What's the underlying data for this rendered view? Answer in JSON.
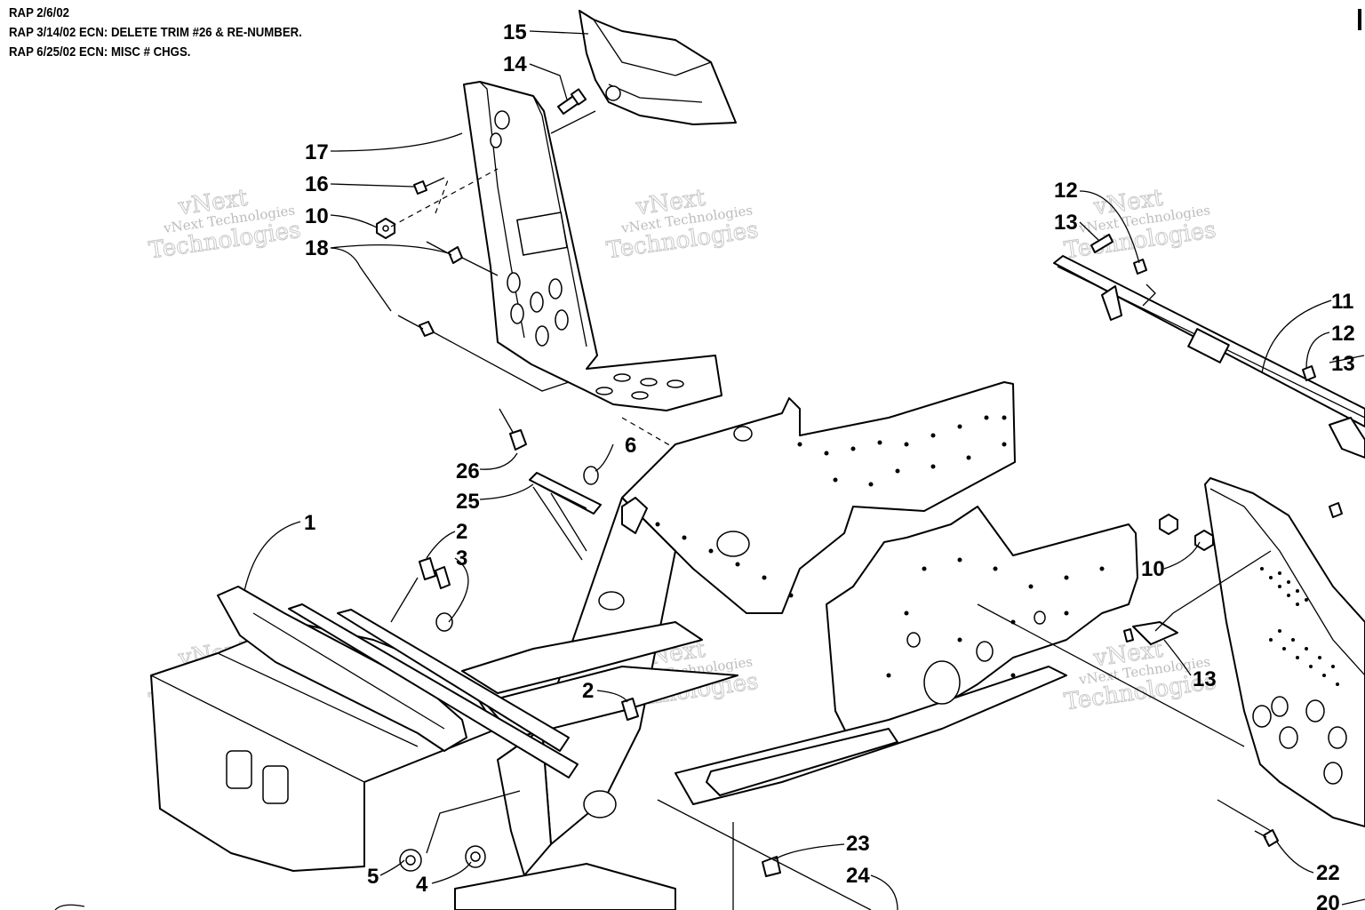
{
  "revision_notes": [
    "RAP 2/6/02",
    "RAP 3/14/02 ECN: DELETE TRIM #26 & RE-NUMBER.",
    "RAP 6/25/02 ECN: MISC # CHGS."
  ],
  "watermark": {
    "line1": "vNext Technologies",
    "line2": "Technologies",
    "line3": "vNext"
  },
  "callouts": [
    "15",
    "14",
    "17",
    "16",
    "10",
    "18",
    "26",
    "6",
    "25",
    "1",
    "2",
    "3",
    "2",
    "5",
    "4",
    "23",
    "24",
    "12",
    "13",
    "11",
    "12",
    "13",
    "10",
    "13",
    "22",
    "20"
  ],
  "colors": {
    "ink": "#000000",
    "paper": "#ffffff",
    "watermark": "#c0c0c0"
  }
}
